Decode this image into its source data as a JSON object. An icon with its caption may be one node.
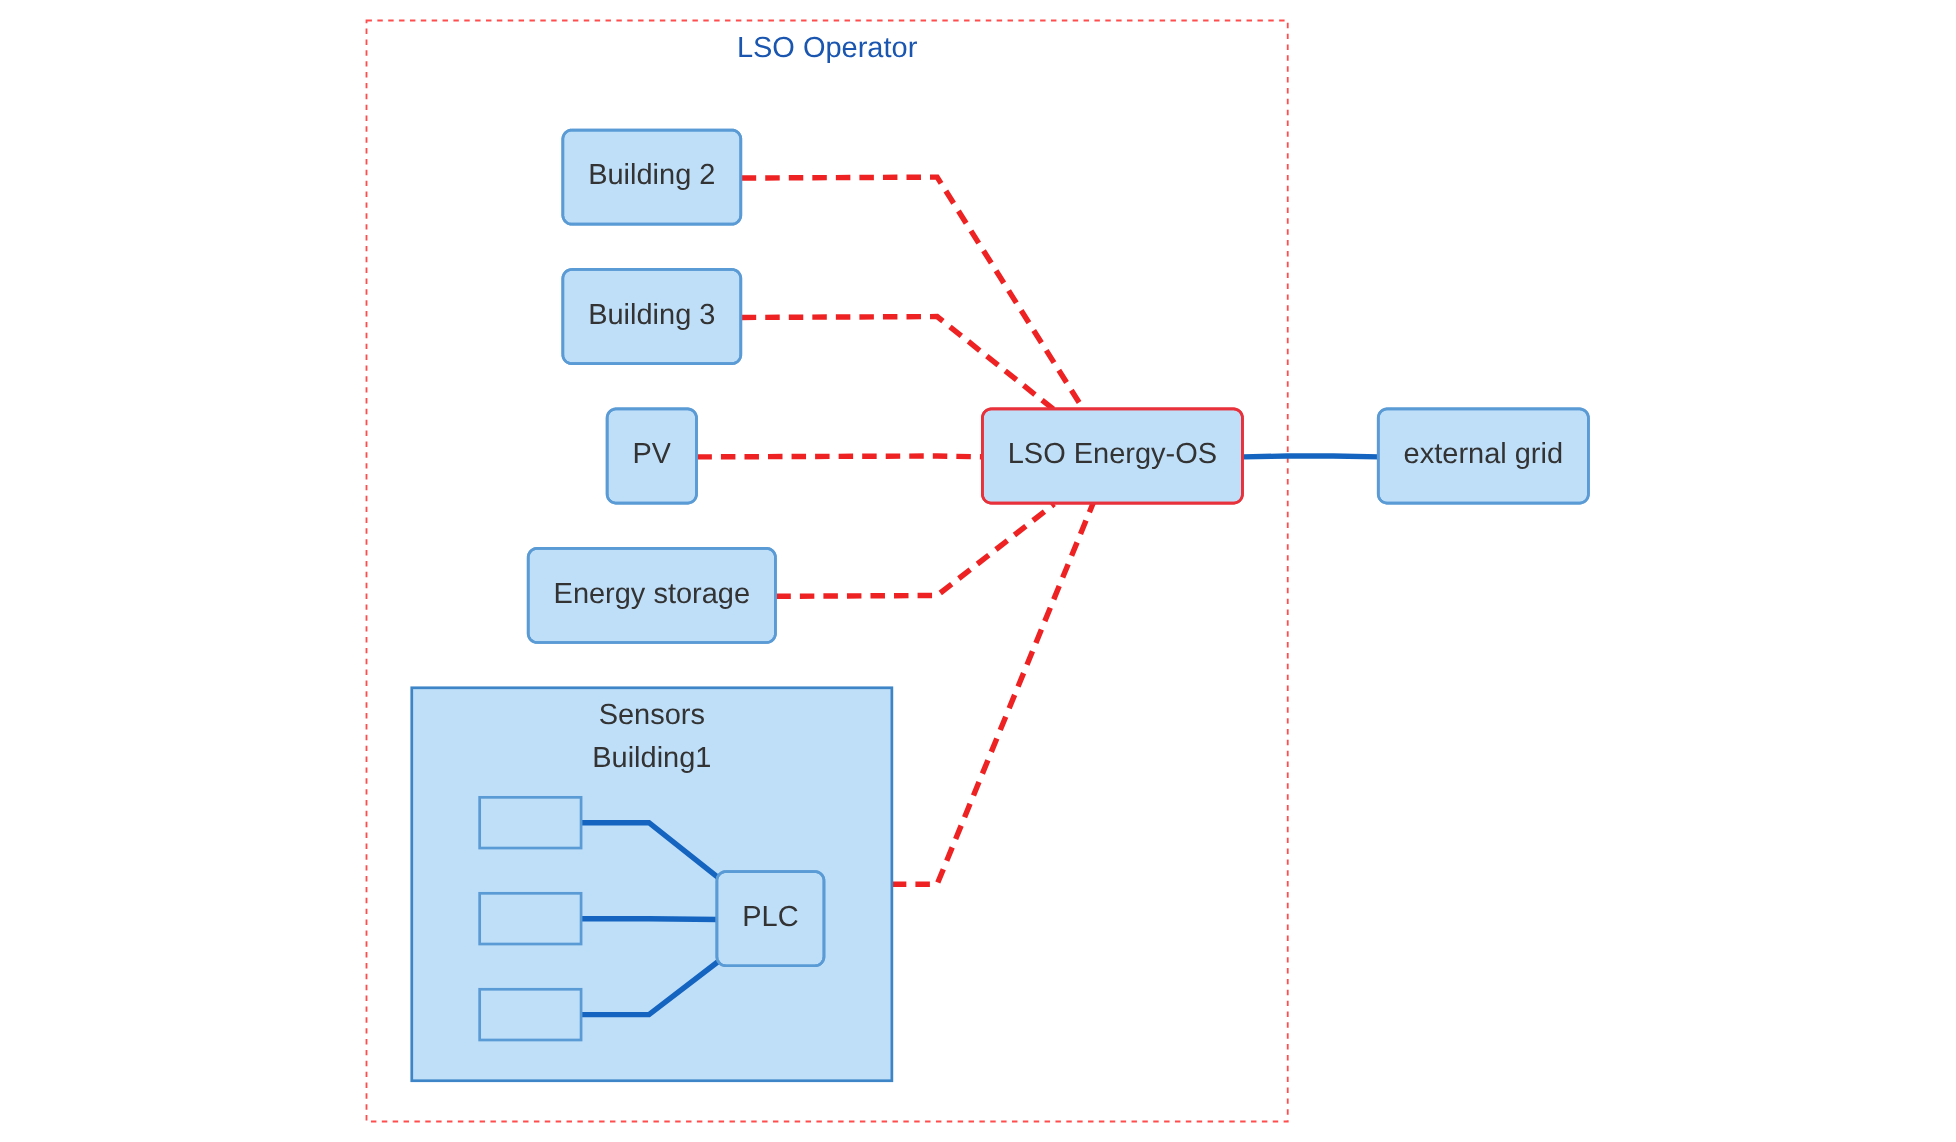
{
  "diagram": {
    "nodes": [
      {
        "text": [
          "LSO Operator"
        ]
      },
      {
        "text": [
          "Sensors",
          "Building1"
        ],
        "in": 0
      },
      {
        "text": [],
        "shape": "box",
        "in": 1
      },
      {
        "text": [],
        "shape": "box",
        "in": 1
      },
      {
        "text": [],
        "shape": "box",
        "in": 1
      },
      {
        "text": [
          "PLC"
        ],
        "in": 1
      },
      {
        "text": [
          "LSO Energy-OS"
        ],
        "in": 0
      },
      {
        "text": [
          "external grid"
        ]
      },
      {
        "text": [
          "Building 2"
        ],
        "in": 0
      },
      {
        "text": [
          "Building 3"
        ],
        "in": 0
      },
      {
        "text": [
          "PV"
        ],
        "in": 0
      },
      {
        "text": [
          "Energy storage"
        ],
        "in": 0
      }
    ],
    "edges": [
      {
        "from": 2,
        "to": 5,
        "arrow": "none",
        "color": "#1565c0"
      },
      {
        "from": 3,
        "to": 5,
        "arrow": "none",
        "color": "#1565c0"
      },
      {
        "from": 4,
        "to": 5,
        "arrow": "none",
        "color": "#1565c0"
      },
      {
        "from": 1,
        "to": 6,
        "arrow": "none",
        "style": "dashed"
      },
      {
        "from": 8,
        "to": 6,
        "arrow": "none",
        "style": "dashed"
      },
      {
        "from": 9,
        "to": 6,
        "arrow": "none",
        "style": "dashed"
      },
      {
        "from": 10,
        "to": 6,
        "arrow": "none",
        "style": "dashed"
      },
      {
        "from": 11,
        "to": 6,
        "arrow": "none",
        "style": "dashed"
      },
      {
        "from": 6,
        "to": 7,
        "arrow": "none",
        "color": "#1565c0"
      }
    ]
  }
}
